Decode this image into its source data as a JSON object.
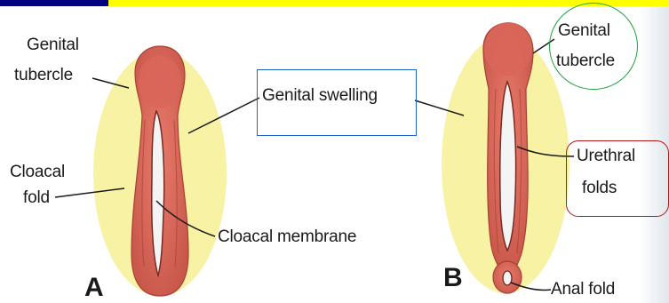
{
  "labels": {
    "genital_tubercle_a_line1": "Genital",
    "genital_tubercle_a_line2": "tubercle",
    "genital_swelling": "Genital swelling",
    "cloacal_fold_line1": "Cloacal",
    "cloacal_fold_line2": "fold",
    "cloacal_membrane": "Cloacal membrane",
    "panel_a": "A",
    "panel_b": "B",
    "genital_tubercle_b_line1": "Genital",
    "genital_tubercle_b_line2": "tubercle",
    "urethral_folds_line1": "Urethral",
    "urethral_folds_line2": "folds",
    "anal_fold": "Anal fold"
  },
  "colors": {
    "header_navy": "#000080",
    "header_yellow": "#ffff00",
    "swelling_yellow": "#f7f2a4",
    "tissue_red": "#e06a5c",
    "tissue_dark": "#b8453b",
    "highlight_box_blue": "#1e64c8",
    "highlight_circle_green": "#1aa33a",
    "highlight_box_red": "#b01818"
  }
}
